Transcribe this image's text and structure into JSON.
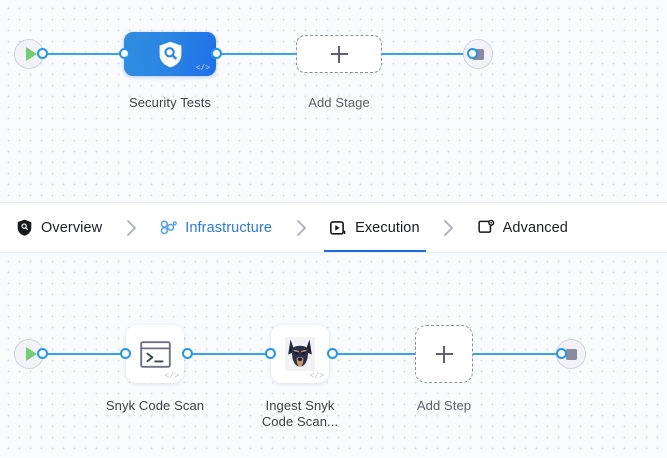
{
  "canvas": {
    "stages": {
      "start_node": {
        "name": "pipeline-start",
        "icon": "play-icon"
      },
      "end_node": {
        "name": "pipeline-end",
        "icon": "stop-icon"
      },
      "nodes": [
        {
          "label": "Security Tests",
          "icon": "shield-search-icon",
          "badge": "</>",
          "type": "stage"
        }
      ],
      "add_node": {
        "label": "Add Stage",
        "icon": "plus-icon"
      }
    },
    "steps": {
      "start_node": {
        "name": "execution-start",
        "icon": "play-icon"
      },
      "end_node": {
        "name": "execution-end",
        "icon": "stop-icon"
      },
      "nodes": [
        {
          "label": "Snyk Code Scan",
          "icon": "terminal-icon",
          "badge": "</>",
          "type": "step"
        },
        {
          "label_line1": "Ingest Snyk",
          "label_line2": "Code Scan...",
          "icon": "snyk-doberman-icon",
          "badge": "</>",
          "type": "step"
        }
      ],
      "add_node": {
        "label": "Add Step",
        "icon": "plus-icon"
      }
    }
  },
  "tabbar": {
    "separator": "›",
    "tabs": [
      {
        "label": "Overview",
        "icon": "shield-icon",
        "state": "default"
      },
      {
        "label": "Infrastructure",
        "icon": "hexagon-cluster-icon",
        "state": "link"
      },
      {
        "label": "Execution",
        "icon": "execution-play-icon",
        "state": "active"
      },
      {
        "label": "Advanced",
        "icon": "card-gear-icon",
        "state": "default"
      }
    ]
  },
  "colors": {
    "accent_blue": "#2b7ae6",
    "wire_blue": "#3aa2e8",
    "active_underline": "#1a6cdb",
    "stage_gradient_from": "#2f8ee0",
    "stage_gradient_to": "#1f6fe8",
    "start_green": "#6fcf72",
    "stop_gray": "#8a8a9e",
    "canvas_bg": "#fafbfd",
    "dot_grid": "#d9dee8"
  }
}
